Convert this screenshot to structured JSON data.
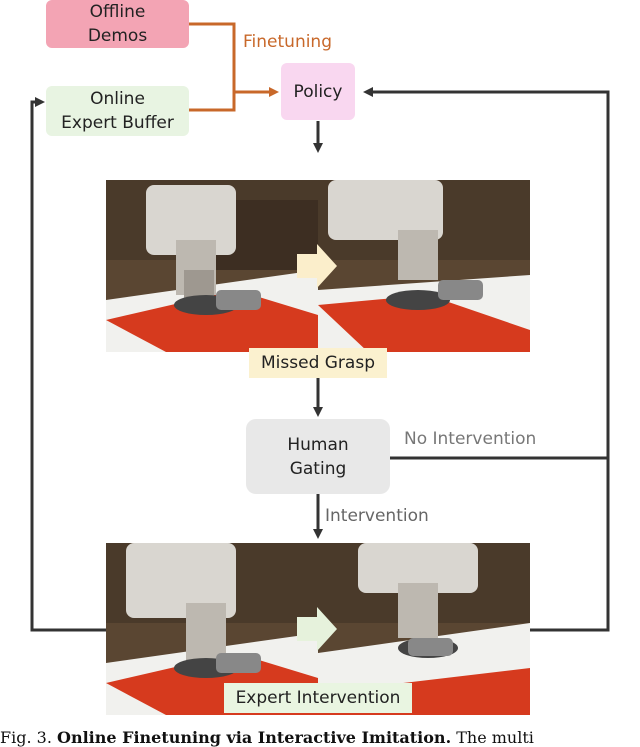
{
  "nodes": {
    "offline_demos": "Offline\nDemos",
    "online_buffer": "Online\nExpert Buffer",
    "policy": "Policy",
    "human_gating": "Human\nGating"
  },
  "edges": {
    "finetuning": "Finetuning",
    "no_intervention": "No Intervention",
    "intervention": "Intervention"
  },
  "panels": {
    "missed_grasp": "Missed Grasp",
    "expert_intervention": "Expert Intervention"
  },
  "figure_caption": {
    "prefix": "Fig. 3.",
    "bold": "Online Finetuning via Interactive Imitation.",
    "rest": " The multi"
  },
  "colors": {
    "offline_fill": "#f3a4b4",
    "online_fill": "#e8f4e2",
    "policy_fill": "#f9d7f0",
    "gating_fill": "#e8e8e8",
    "finetune_arrow": "#c8682a",
    "flow_arrow": "#333333",
    "tag_missed": "#fbf1cf",
    "tag_expert": "#e9f5e1"
  }
}
